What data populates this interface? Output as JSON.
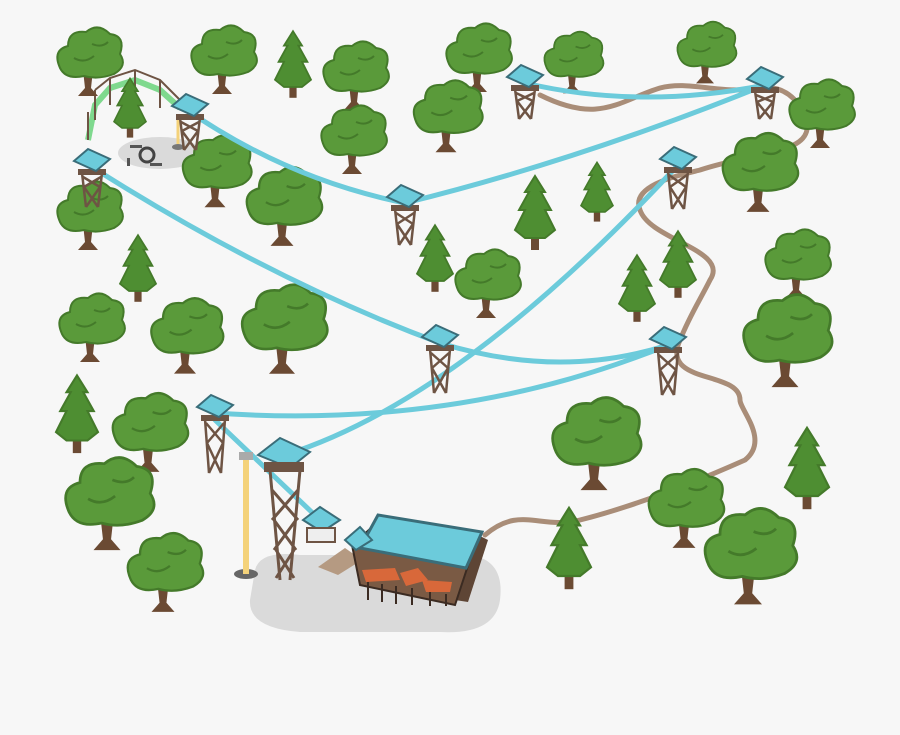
{
  "colors": {
    "background": "#f7f7f7",
    "zipline": "#6ccbdb",
    "trail": "#a98d78",
    "rope_course": "#7fd98e",
    "tree_canopy": "#5a9a3a",
    "tree_canopy_shade": "#447a2a",
    "pine": "#4e8e32",
    "trunk": "#6b4a33",
    "tower_wood": "#6e5444",
    "roof": "#6ccbdb",
    "roof_edge": "#3a6d79",
    "lodge_wall": "#7a5a44",
    "awning": "#d8683a",
    "shadow": "#dadada",
    "pole": "#f4d27a"
  },
  "map": {
    "elements": [
      "lodge",
      "platform-towers",
      "zipline-cables",
      "walking-trail",
      "rope-course",
      "fire-pit",
      "light-poles",
      "trees"
    ],
    "zipline_count": 8,
    "tower_count": 11
  }
}
